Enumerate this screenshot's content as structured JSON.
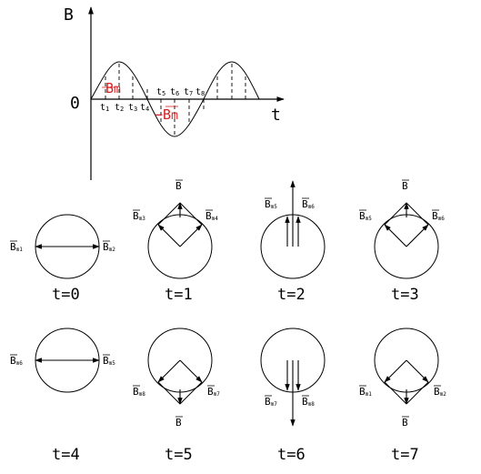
{
  "graph": {
    "y_axis_label": "B",
    "x_axis_label": "t",
    "origin_label": "0",
    "peak_label": "B",
    "peak_label_sub": "m",
    "trough_label": "−B",
    "trough_label_sub": "m",
    "time_ticks_left": [
      {
        "main": "t",
        "sub": "1"
      },
      {
        "main": "t",
        "sub": "2"
      },
      {
        "main": "t",
        "sub": "3"
      },
      {
        "main": "t",
        "sub": "4"
      }
    ],
    "time_ticks_right": [
      {
        "main": "t",
        "sub": "5"
      },
      {
        "main": "t",
        "sub": "6"
      },
      {
        "main": "t",
        "sub": "7"
      },
      {
        "main": "t",
        "sub": "8"
      }
    ]
  },
  "phasor_states": [
    {
      "caption": "t=0",
      "top_label": "",
      "bottom_label": "",
      "labels": [
        {
          "main": "B",
          "sub": "m1"
        },
        {
          "main": "B",
          "sub": "m2"
        }
      ]
    },
    {
      "caption": "t=1",
      "top_label": "B",
      "bottom_label": "",
      "labels": [
        {
          "main": "B",
          "sub": "m3"
        },
        {
          "main": "B",
          "sub": "m4"
        }
      ]
    },
    {
      "caption": "t=2",
      "top_label": "",
      "bottom_label": "",
      "labels": [
        {
          "main": "B",
          "sub": "m5"
        },
        {
          "main": "B",
          "sub": "m6"
        }
      ]
    },
    {
      "caption": "t=3",
      "top_label": "B",
      "bottom_label": "",
      "labels": [
        {
          "main": "B",
          "sub": "m5"
        },
        {
          "main": "B",
          "sub": "m6"
        }
      ]
    },
    {
      "caption": "t=4",
      "top_label": "",
      "bottom_label": "",
      "labels": [
        {
          "main": "B",
          "sub": "m6"
        },
        {
          "main": "B",
          "sub": "m5"
        }
      ]
    },
    {
      "caption": "t=5",
      "top_label": "",
      "bottom_label": "B",
      "labels": [
        {
          "main": "B",
          "sub": "m8"
        },
        {
          "main": "B",
          "sub": "m7"
        }
      ]
    },
    {
      "caption": "t=6",
      "top_label": "",
      "bottom_label": "",
      "labels": [
        {
          "main": "B",
          "sub": "m7"
        },
        {
          "main": "B",
          "sub": "m8"
        }
      ]
    },
    {
      "caption": "t=7",
      "top_label": "",
      "bottom_label": "B",
      "labels": [
        {
          "main": "B",
          "sub": "m1"
        },
        {
          "main": "B",
          "sub": "m2"
        }
      ]
    }
  ]
}
